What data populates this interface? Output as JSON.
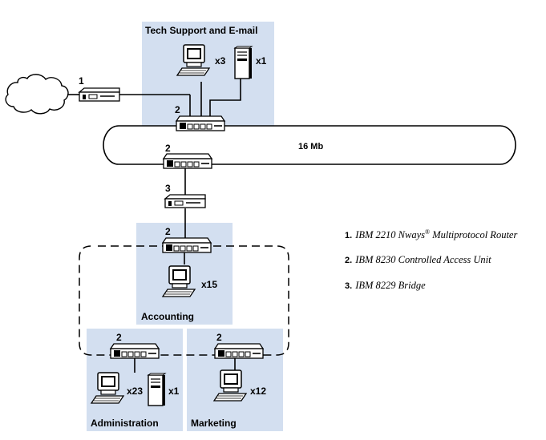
{
  "zones": {
    "tech_support": "Tech Support and E-mail",
    "accounting": "Accounting",
    "administration": "Administration",
    "marketing": "Marketing"
  },
  "ring_label": "16 Mb",
  "device_numbers": {
    "router": "1",
    "cau_tech": "2",
    "cau_ring": "2",
    "bridge": "3",
    "cau_accounting": "2",
    "cau_administration": "2",
    "cau_marketing": "2"
  },
  "counts": {
    "tech_pc": "x3",
    "tech_server": "x1",
    "accounting_pc": "x15",
    "administration_pc": "x23",
    "administration_server": "x1",
    "marketing_pc": "x12"
  },
  "legend": [
    {
      "num": "1.",
      "text_before": "IBM 2210 Nways",
      "sup": "®",
      "text_after": " Multiprotocol Router"
    },
    {
      "num": "2.",
      "text_before": "IBM 8230 Controlled Access Unit",
      "sup": "",
      "text_after": ""
    },
    {
      "num": "3.",
      "text_before": "IBM 8229 Bridge",
      "sup": "",
      "text_after": ""
    }
  ]
}
